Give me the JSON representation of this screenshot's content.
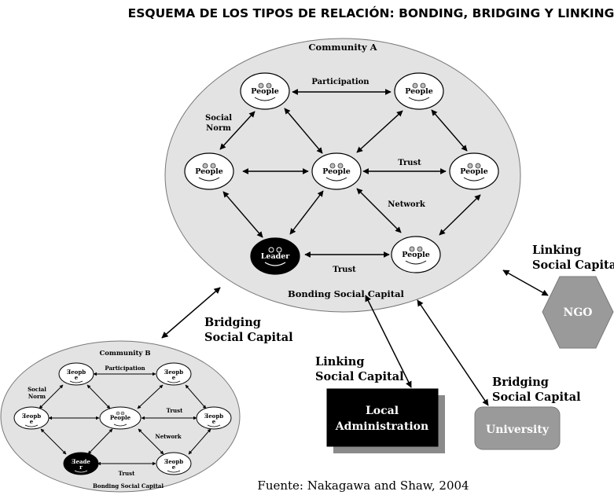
{
  "title": "ESQUEMA DE LOS TIPOS DE RELACIÓN: BONDING, BRIDGING Y LINKING",
  "community_a": {
    "name": "Community A",
    "footer": "Bonding Social Capital",
    "people_label": "People",
    "leader_label": "Leader",
    "edge_participation": "Participation",
    "edge_social": "Social",
    "edge_norm": "Norm",
    "edge_trust_top": "Trust",
    "edge_network": "Network",
    "edge_trust_bottom": "Trust"
  },
  "community_b": {
    "name": "Community B",
    "footer": "Bonding Social Capital",
    "people_label": "People",
    "mirrored_label": "Ǝeopb",
    "mirrored_sub": "e",
    "leader_label": "Ǝeade",
    "leader_sub": "r",
    "edge_participation": "Participation",
    "edge_social": "Social",
    "edge_norm": "Norm",
    "edge_trust": "Trust",
    "edge_network": "Network"
  },
  "links": {
    "bridging_left_1": "Bridging",
    "bridging_left_2": "Social Capital",
    "linking_mid_1": "Linking",
    "linking_mid_2": "Social Capital",
    "bridging_right_1": "Bridging",
    "bridging_right_2": "Social Capital",
    "linking_right_1": "Linking",
    "linking_right_2": "Social Capital"
  },
  "entities": {
    "local_admin_1": "Local",
    "local_admin_2": "Administration",
    "university": "University",
    "ngo": "NGO"
  },
  "source": "Fuente: Nakagawa and Shaw, 2004",
  "colors": {
    "ellipse_fill": "#e3e3e3",
    "local_admin_fill": "#000000",
    "university_fill": "#9a9a9a",
    "ngo_fill": "#9a9a9a",
    "shadow": "#8a8a8a"
  }
}
